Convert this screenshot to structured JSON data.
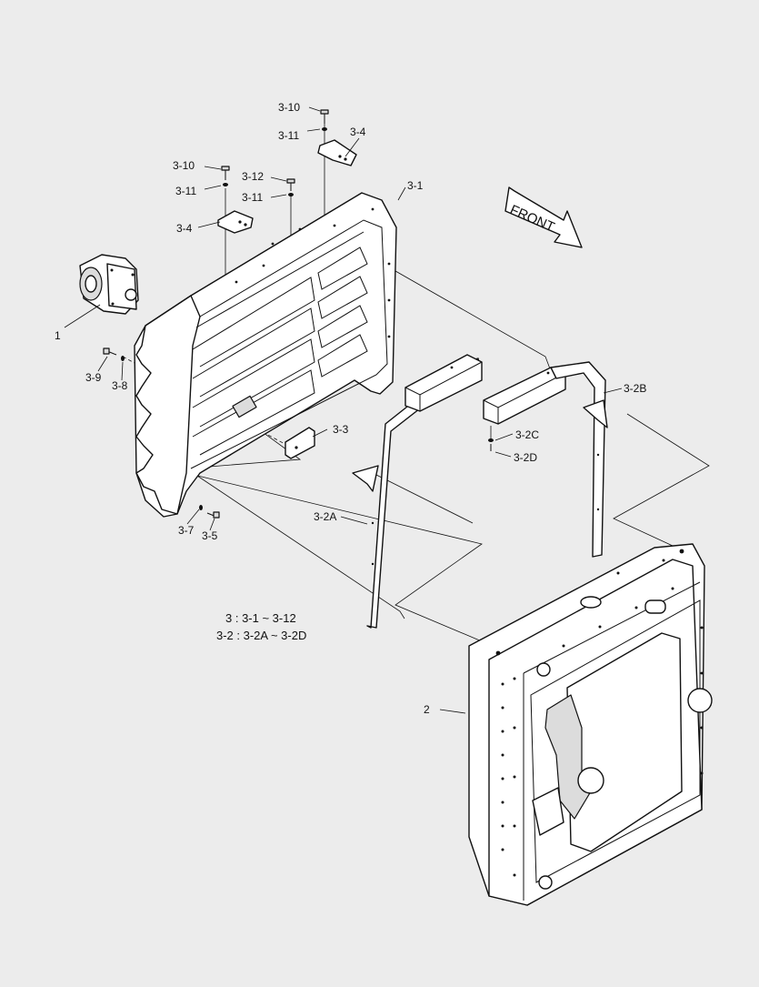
{
  "diagram": {
    "front_label": "FRONT",
    "parts": {
      "p1": "1",
      "p2": "2",
      "p3_1": "3-1",
      "p3_2a": "3-2A",
      "p3_2b": "3-2B",
      "p3_2c": "3-2C",
      "p3_2d": "3-2D",
      "p3_3": "3-3",
      "p3_4a": "3-4",
      "p3_4b": "3-4",
      "p3_5": "3-5",
      "p3_7": "3-7",
      "p3_8": "3-8",
      "p3_9": "3-9",
      "p3_10a": "3-10",
      "p3_10b": "3-10",
      "p3_11a": "3-11",
      "p3_11b": "3-11",
      "p3_11c": "3-11",
      "p3_12": "3-12"
    },
    "legend": {
      "line1": "3 : 3-1 ~ 3-12",
      "line2": "3-2 : 3-2A ~ 3-2D"
    }
  }
}
